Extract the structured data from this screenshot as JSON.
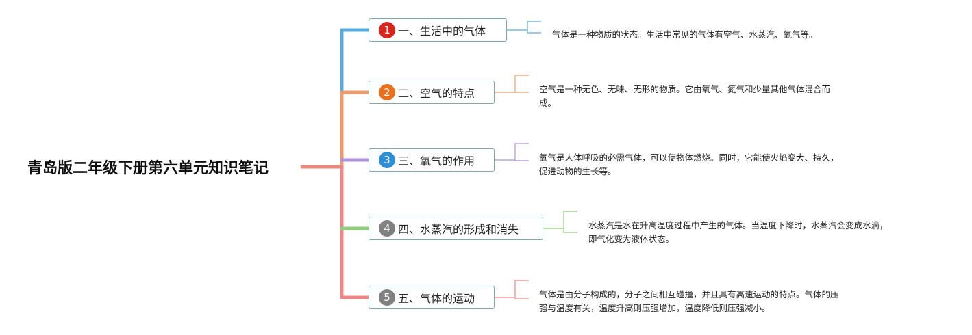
{
  "root": {
    "title": "青岛版二年级下册第六单元知识笔记"
  },
  "topics": [
    {
      "number": "1",
      "label": "一、生活中的气体",
      "color": "#5aabdc",
      "badge_color": "#d9261c",
      "note": "气体是一种物质的状态。生活中常见的气体有空气、水蒸汽、氧气等。"
    },
    {
      "number": "2",
      "label": "二、空气的特点",
      "color": "#ef9a6a",
      "badge_color": "#e8701e",
      "note": "空气是一种无色、无味、无形的物质。它由氧气、氮气和少量其他气体混合而\n成。"
    },
    {
      "number": "3",
      "label": "三、氧气的作用",
      "color": "#ad92dc",
      "badge_color": "#2e8fd8",
      "note": "氧气是人体呼吸的必需气体，可以使物体燃烧。同时，它能使火焰变大、持久，\n促进动物的生长等。"
    },
    {
      "number": "4",
      "label": "四、水蒸汽的形成和消失",
      "color": "#8fcd78",
      "badge_color": "#808080",
      "note": "水蒸汽是水在升高温度过程中产生的气体。当温度下降时，水蒸汽会变成水滴，\n即气化变为液体状态。"
    },
    {
      "number": "5",
      "label": "五、气体的运动",
      "color": "#ef8585",
      "badge_color": "#808080",
      "note": "气体是由分子构成的，分子之间相互碰撞，并且具有高速运动的特点。气体的压\n强与温度有关，温度升高则压强增加，温度降低则压强减小。"
    }
  ],
  "colors": {
    "root_branch": "#e98a7c",
    "node_border": "#7fa9a6"
  }
}
